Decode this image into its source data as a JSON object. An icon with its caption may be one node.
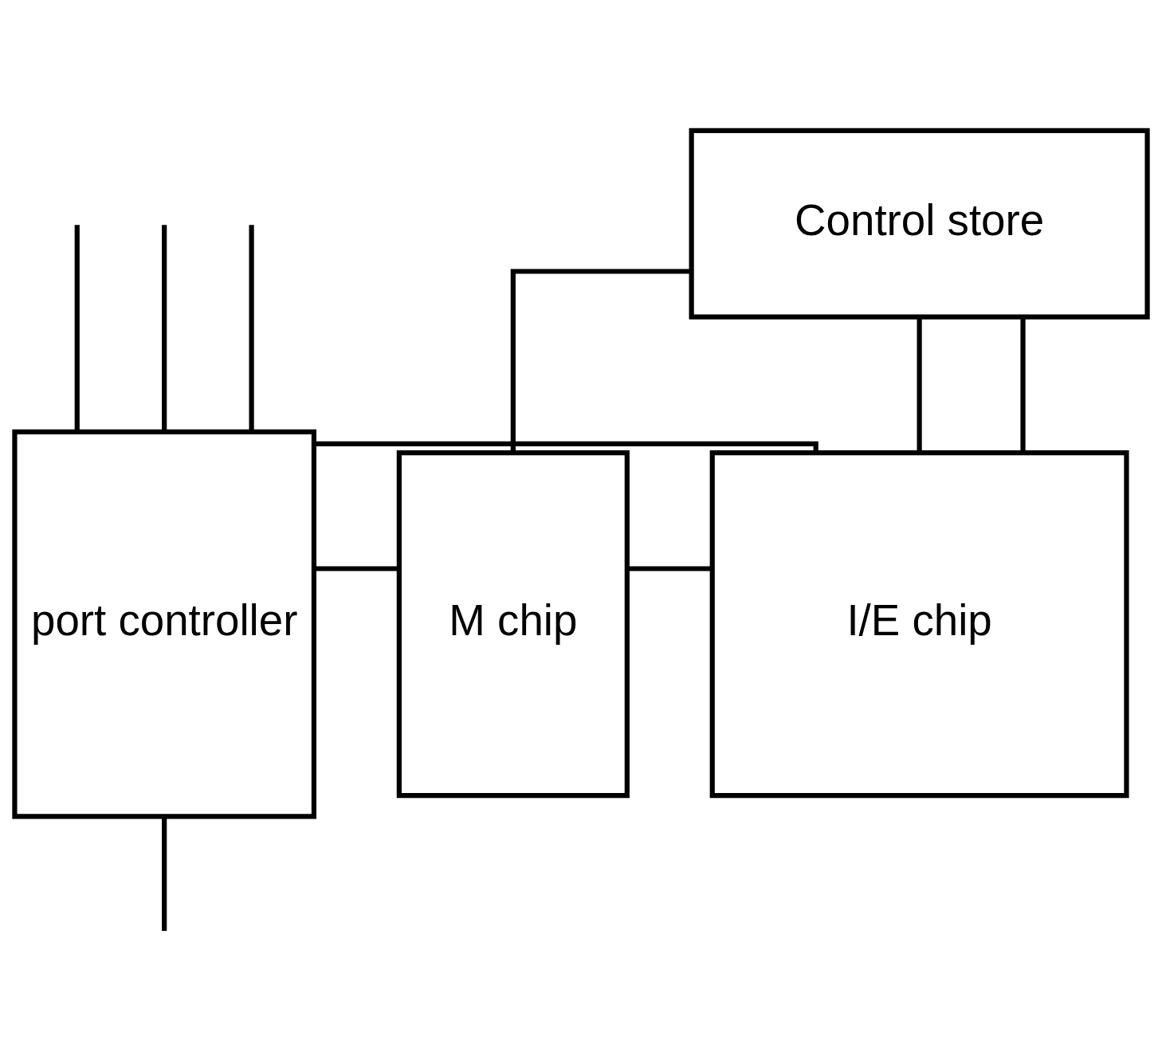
{
  "diagram": {
    "nodes": [
      {
        "text": [
          "Control store"
        ]
      },
      {
        "text": [
          "M chip"
        ]
      },
      {
        "text": [
          "I/E chip"
        ]
      },
      {
        "text": [
          "port controller"
        ]
      }
    ],
    "edges": [
      {
        "from": 0,
        "to": 1,
        "arrow": "none"
      },
      {
        "from": 0,
        "to": 2,
        "arrow": "none"
      },
      {
        "from": 0,
        "to": 2,
        "arrow": "none"
      },
      {
        "from": 1,
        "to": 2,
        "arrow": "none"
      },
      {
        "from": 3,
        "to": 1,
        "arrow": "none"
      },
      {
        "from": 3,
        "to": 2,
        "arrow": "none"
      },
      {
        "from": null,
        "to": 3,
        "arrow": "none"
      },
      {
        "from": null,
        "to": 3,
        "arrow": "none"
      },
      {
        "from": null,
        "to": 3,
        "arrow": "none"
      },
      {
        "from": 3,
        "to": null,
        "arrow": "none"
      }
    ]
  }
}
